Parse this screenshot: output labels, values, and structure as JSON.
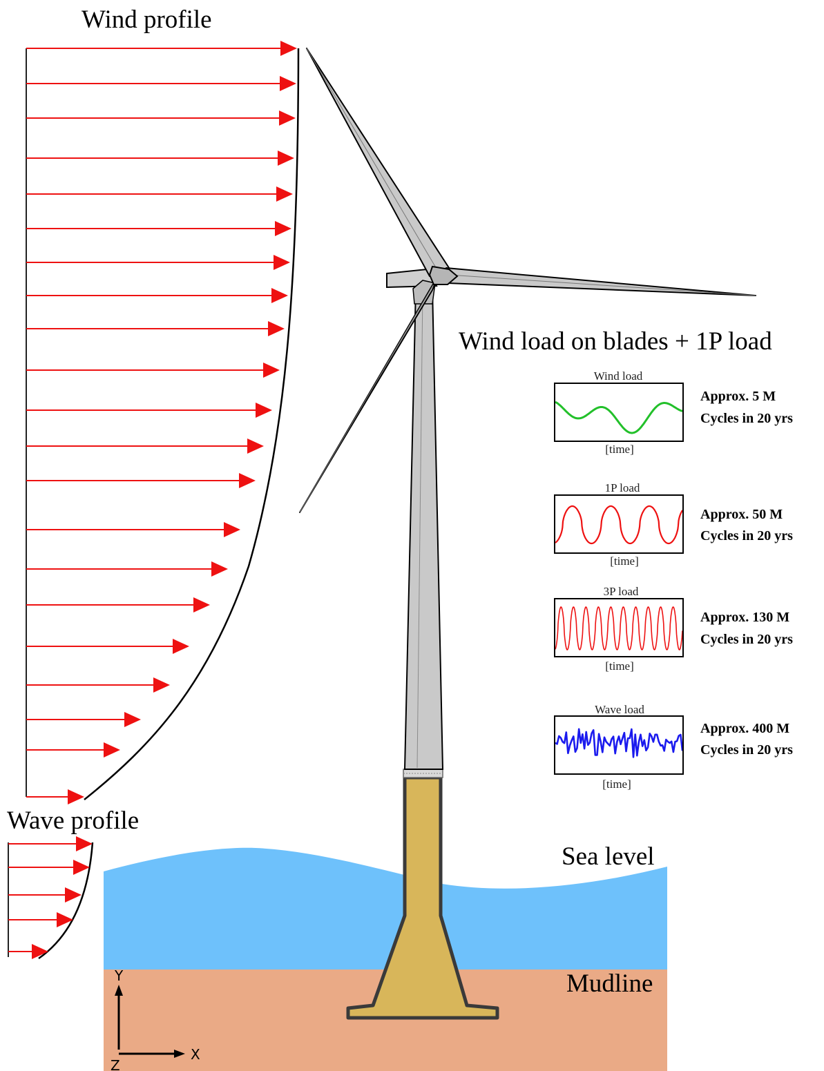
{
  "labels": {
    "wind_profile": "Wind profile",
    "wave_profile": "Wave profile",
    "sea_level": "Sea level",
    "mudline": "Mudline",
    "wind_load_on_blades": "Wind load on blades + 1P load"
  },
  "axes": {
    "y": "Y",
    "x": "X",
    "z": "Z"
  },
  "load_charts": [
    {
      "title": "Wind load",
      "xlabel": "[time]",
      "cycles_line1": "Approx. 5 M",
      "cycles_line2": "Cycles in 20 yrs",
      "color": "#22c02a",
      "signal": "wind"
    },
    {
      "title": "1P load",
      "xlabel": "[time]",
      "cycles_line1": "Approx. 50 M",
      "cycles_line2": "Cycles in 20 yrs",
      "color": "#ee1111",
      "signal": "sine"
    },
    {
      "title": "3P load",
      "xlabel": "[time]",
      "cycles_line1": "Approx. 130 M",
      "cycles_line2": "Cycles in 20 yrs",
      "color": "#ee1111",
      "signal": "sine"
    },
    {
      "title": "Wave load",
      "xlabel": "[time]",
      "cycles_line1": "Approx. 400 M",
      "cycles_line2": "Cycles in 20 yrs",
      "color": "#1a1aee",
      "signal": "noise"
    }
  ],
  "colors": {
    "arrow": "#ee1111",
    "sea": "#6ec1fb",
    "seabed": "#eaaa86",
    "foundation": "#d8b65a",
    "tower": "#c9c9c9",
    "outline": "#3a3a3a"
  }
}
